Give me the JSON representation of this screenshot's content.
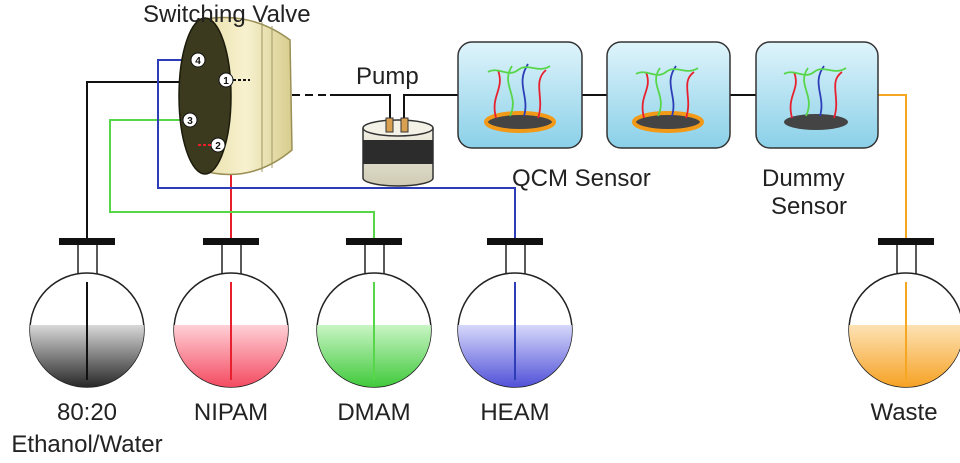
{
  "labels": {
    "switching_valve": "Switching Valve",
    "pump": "Pump",
    "qcm_sensor": "QCM Sensor",
    "dummy_sensor_line1": "Dummy",
    "dummy_sensor_line2": "Sensor",
    "waste": "Waste"
  },
  "valve_ports": [
    "1",
    "2",
    "3",
    "4"
  ],
  "flasks": [
    {
      "line1": "80:20",
      "line2": "Ethanol/Water",
      "liquid_color": "#111111",
      "tube_color": "#111111"
    },
    {
      "line1": "NIPAM",
      "line2": "",
      "liquid_color": "#f24a5e",
      "tube_color": "#e8202e"
    },
    {
      "line1": "DMAM",
      "line2": "",
      "liquid_color": "#3fd13a",
      "tube_color": "#58d64a"
    },
    {
      "line1": "HEAM",
      "line2": "",
      "liquid_color": "#4a4ad8",
      "tube_color": "#2d3db8"
    }
  ],
  "waste_flask": {
    "liquid_color": "#f5a623",
    "tube_color": "#f5a623"
  }
}
